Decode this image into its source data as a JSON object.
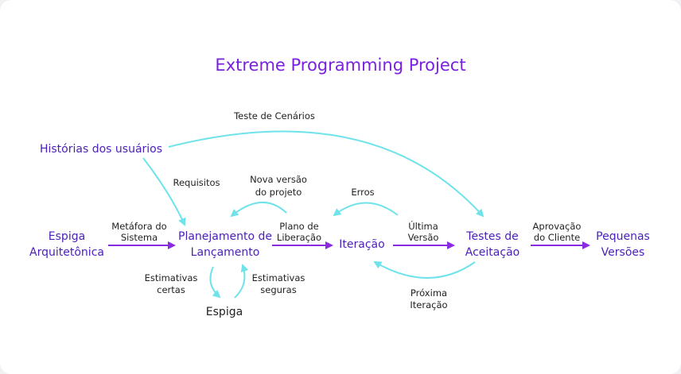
{
  "title": "Extreme Programming Project",
  "nodes": {
    "user_stories": "Histórias dos usuários",
    "arch_spike_1": "Espiga",
    "arch_spike_2": "Arquitetônica",
    "release_plan_1": "Planejamento de",
    "release_plan_2": "Lançamento",
    "iteration": "Iteração",
    "acceptance_1": "Testes de",
    "acceptance_2": "Aceitação",
    "small_rel_1": "Pequenas",
    "small_rel_2": "Versões",
    "spike": "Espiga"
  },
  "labels": {
    "scenarios": "Teste de Cenários",
    "requirements": "Requisitos",
    "new_version_1": "Nova versão",
    "new_version_2": "do projeto",
    "bugs": "Erros",
    "metaphor_1": "Metáfora do",
    "metaphor_2": "Sistema",
    "release_plan_1": "Plano de",
    "release_plan_2": "Liberação",
    "latest_1": "Última",
    "latest_2": "Versão",
    "approval_1": "Aprovação",
    "approval_2": "do Cliente",
    "uncertain_1": "Estimativas",
    "uncertain_2": "certas",
    "confident_1": "Estimativas",
    "confident_2": "seguras",
    "next_1": "Próxima",
    "next_2": "Iteração"
  },
  "colors": {
    "title": "#7b1fe0",
    "node_text": "#4a1fb8",
    "main_flow": "#8a2be2",
    "feedback_flow": "#6fe3ea"
  }
}
